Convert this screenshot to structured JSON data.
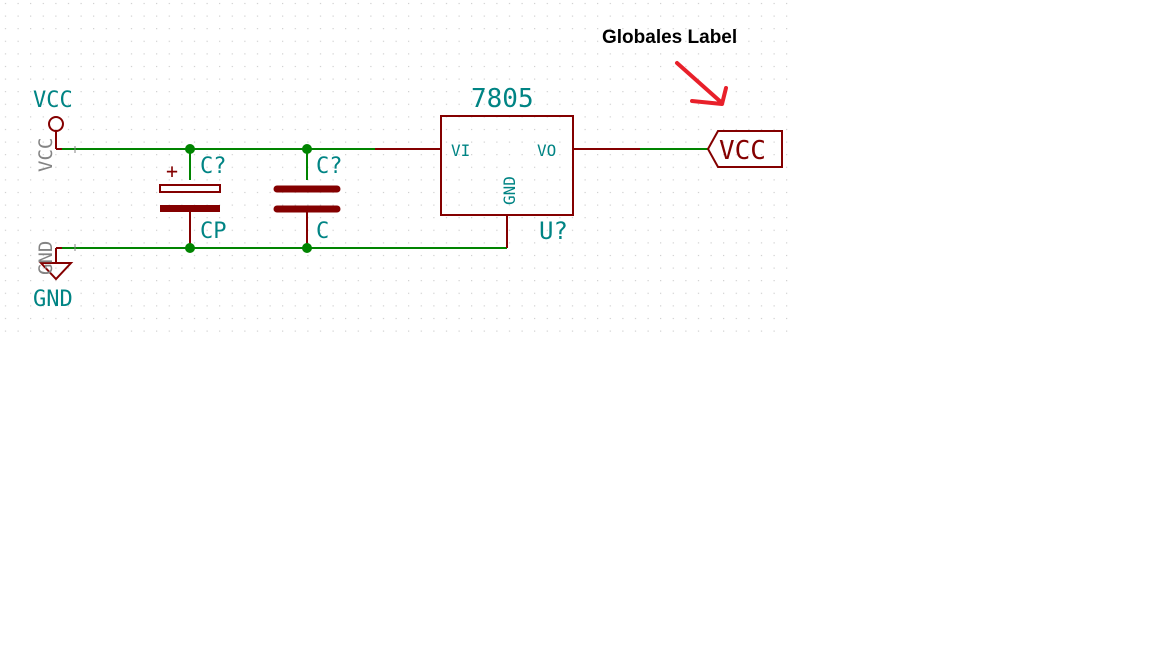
{
  "annotation": {
    "text": "Globales Label",
    "color": "#ff0000"
  },
  "power": {
    "vcc": {
      "label": "VCC",
      "pin_label": "VCC"
    },
    "gnd": {
      "label": "GND",
      "pin_label": "GND"
    }
  },
  "components": {
    "cp": {
      "ref": "C?",
      "value": "CP",
      "polarity": "+"
    },
    "c": {
      "ref": "C?",
      "value": "C"
    },
    "regulator": {
      "title": "7805",
      "ref": "U?",
      "pin_in": "VI",
      "pin_out": "VO",
      "pin_gnd": "GND"
    }
  },
  "global_label": {
    "text": "VCC"
  },
  "colors": {
    "wire": "#008400",
    "component": "#840000",
    "text": "#008484",
    "pin_name": "#848484",
    "junction": "#008400",
    "grid": "#bbbbbb"
  }
}
